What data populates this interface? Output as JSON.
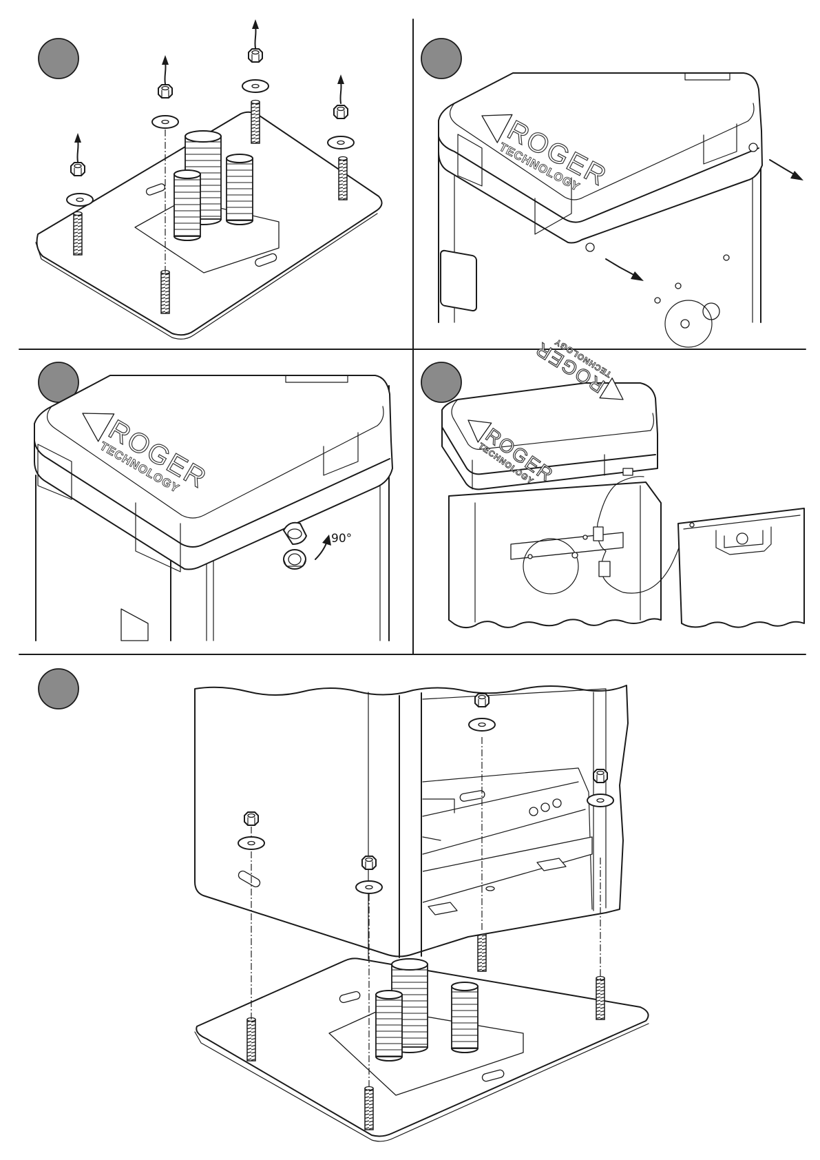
{
  "brand": {
    "name": "ROGER",
    "sub": "TECHNOLOGY"
  },
  "angle_label": "90°",
  "colors": {
    "step_badge": "#8a8a8a",
    "line": "#1a1a1a",
    "background": "#ffffff"
  },
  "step_badges": [
    "circle-badge",
    "circle-badge",
    "circle-badge",
    "circle-badge",
    "circle-badge"
  ]
}
